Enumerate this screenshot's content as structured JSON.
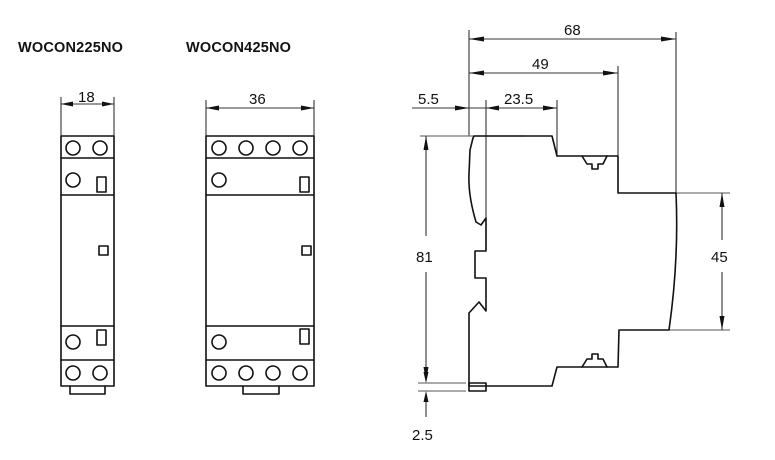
{
  "models": [
    {
      "name": "WOCON225NO",
      "width_mm": "18",
      "poles": 2
    },
    {
      "name": "WOCON425NO",
      "width_mm": "36",
      "poles": 4
    }
  ],
  "side_view": {
    "dimensions": {
      "overall_depth": "68",
      "depth_to_step": "49",
      "depth_front_section": "23.5",
      "rail_offset": "5.5",
      "height": "81",
      "front_height": "45",
      "rail_clearance": "2.5"
    }
  }
}
